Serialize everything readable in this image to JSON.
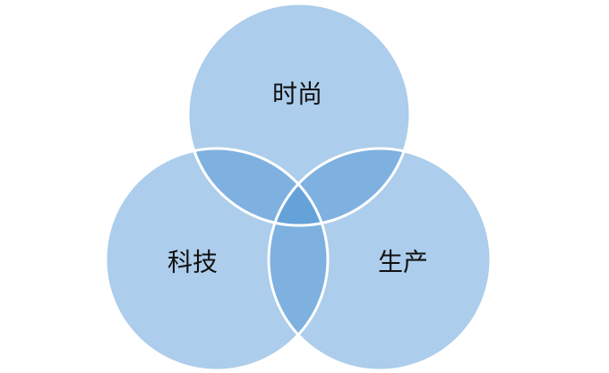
{
  "diagram": {
    "type": "venn",
    "fill_color": "#4691d2",
    "outline_color": "#ffffff",
    "sets": [
      {
        "id": "top",
        "label": "时尚"
      },
      {
        "id": "left",
        "label": "科技"
      },
      {
        "id": "right",
        "label": "生产"
      }
    ]
  }
}
